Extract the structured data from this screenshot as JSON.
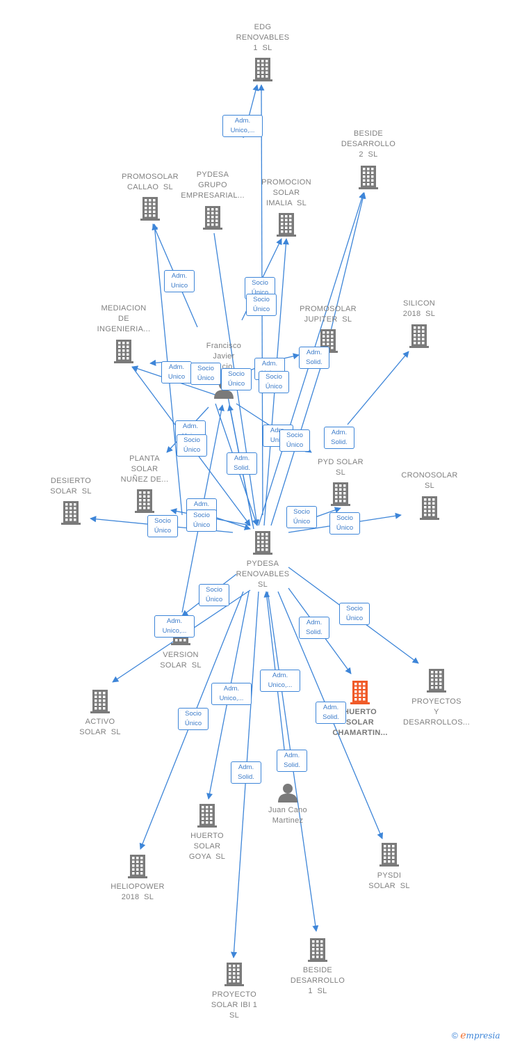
{
  "colors": {
    "edge": "#3d85d8",
    "building": "#7a7a7a",
    "highlight": "#f05a28",
    "person": "#7a7a7a"
  },
  "nodes": [
    {
      "id": "edg",
      "label": "EDG\nRENOVABLES\n1  SL",
      "type": "company"
    },
    {
      "id": "beside2",
      "label": "BESIDE\nDESARROLLO\n2  SL",
      "type": "company"
    },
    {
      "id": "callao",
      "label": "PROMOSOLAR\nCALLAO  SL",
      "type": "company"
    },
    {
      "id": "pgrupo",
      "label": "PYDESA\nGRUPO\nEMPRESARIAL...",
      "type": "company"
    },
    {
      "id": "imalia",
      "label": "PROMOCION\nSOLAR\nIMALIA  SL",
      "type": "company"
    },
    {
      "id": "mediacion",
      "label": "MEDIACION\nDE\nINGENIERIA...",
      "type": "company"
    },
    {
      "id": "jupiter",
      "label": "PROMOSOLAR\nJUPITER  SL",
      "type": "company"
    },
    {
      "id": "silicon",
      "label": "SILICON\n2018  SL",
      "type": "company"
    },
    {
      "id": "francisco",
      "label": "Francisco\nJavier\n...cio",
      "type": "person"
    },
    {
      "id": "nunez",
      "label": "PLANTA\nSOLAR\nNUÑEZ DE...",
      "type": "company"
    },
    {
      "id": "desierto",
      "label": "DESIERTO\nSOLAR  SL",
      "type": "company"
    },
    {
      "id": "pydsolar",
      "label": "PYD SOLAR\nSL",
      "type": "company"
    },
    {
      "id": "crono",
      "label": "CRONOSOLAR\nSL",
      "type": "company"
    },
    {
      "id": "pydesa",
      "label": "PYDESA\nRENOVABLES\nSL",
      "type": "company"
    },
    {
      "id": "version",
      "label": "VERSION\nSOLAR  SL",
      "type": "company"
    },
    {
      "id": "activo",
      "label": "ACTIVO\nSOLAR  SL",
      "type": "company"
    },
    {
      "id": "chamartin",
      "label": "HUERTO\nSOLAR\nCHAMARTIN...",
      "type": "highlight"
    },
    {
      "id": "proyectos",
      "label": "PROYECTOS\nY\nDESARROLLOS...",
      "type": "company"
    },
    {
      "id": "juan",
      "label": "Juan Cano\nMartinez",
      "type": "person"
    },
    {
      "id": "goya",
      "label": "HUERTO\nSOLAR\nGOYA  SL",
      "type": "company"
    },
    {
      "id": "pysdi",
      "label": "PYSDI\nSOLAR  SL",
      "type": "company"
    },
    {
      "id": "helio",
      "label": "HELIOPOWER\n2018  SL",
      "type": "company"
    },
    {
      "id": "beside1",
      "label": "BESIDE\nDESARROLLO\n1  SL",
      "type": "company"
    },
    {
      "id": "ibi",
      "label": "PROYECTO\nSOLAR IBI 1\nSL",
      "type": "company"
    }
  ],
  "edge_labels": [
    "Adm.\nUnico,...",
    "Adm.\nUnico",
    "Adm.\nSolid.",
    "Socio\nÚnico",
    "Adm.\nUnico",
    "Socio\nÚnico",
    "Socio\nÚnico",
    "Adm.\nUnico",
    "Socio\nÚnico",
    "Adm.\nSolid.",
    "Adm.\nUnico",
    "Socio\nÚnico",
    "Adm.\nUni...",
    "Socio\nÚnico",
    "Socio\nÚnico",
    "Adm.\nSolid.",
    "Adm.\nUnico",
    "Socio\nÚnico",
    "Socio\nÚnico",
    "Socio\nÚnico",
    "Socio\nÚnico",
    "Socio\nÚnico",
    "Adm.\nUnico,...",
    "Socio\nÚnico",
    "Adm.\nUnico,...",
    "Adm.\nSolid.",
    "Adm.\nUnico,...",
    "Adm.\nSolid.",
    "Socio\nÚnico",
    "Adm.\nSolid.",
    "Adm.\nSolid.",
    "Adm.\nSolid."
  ],
  "footer": {
    "copyright": "©",
    "brand_initial": "e",
    "brand_rest": "mpresia"
  }
}
